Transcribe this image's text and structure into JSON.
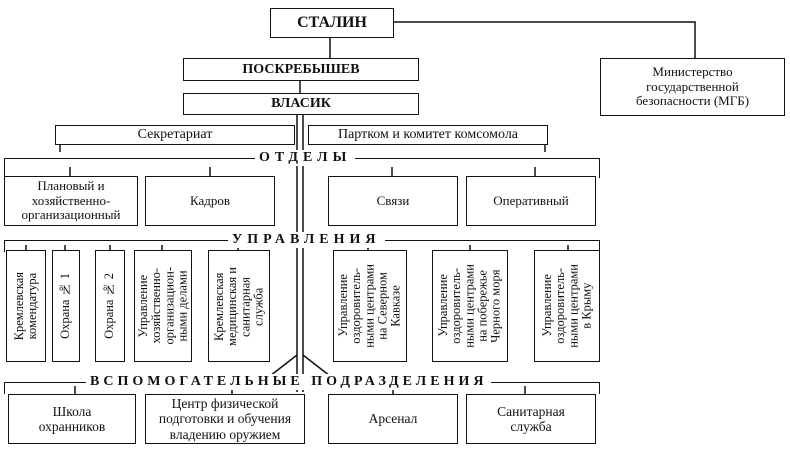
{
  "diagram": {
    "top": "СТАЛИН",
    "level2": "ПОСКРЕБЫШЕВ",
    "ministry": "Министерство государственной безопасности (МГБ)",
    "level3": "ВЛАСИК",
    "secretariat": "Секретариат",
    "partkom": "Партком и комитет комсомола",
    "departments": {
      "title": "ОТДЕЛЫ",
      "items": [
        "Плановый и хозяйственно-организационный",
        "Кадров",
        "Связи",
        "Оперативный"
      ]
    },
    "directorates": {
      "title": "УПРАВЛЕНИЯ",
      "items": [
        "Кремлевская\nкомендатура",
        "Охрана № 1",
        "Охрана № 2",
        "Управление\nхозяйственно-\nорганизацион-\nными делами",
        "Кремлевская\nмедицинская и\nсанитарная\nслужба",
        "Управление\nоздоровитель-\nными центрами\nна Северном\nКавказе",
        "Управление\nоздоровитель-\nными центрами\nна побережье\nЧерного моря",
        "Управление\nоздоровитель-\nными центрами\nв Крыму"
      ]
    },
    "auxiliary": {
      "title": "ВСПОМОГАТЕЛЬНЫЕ ПОДРАЗДЕЛЕНИЯ",
      "items": [
        "Школа охранников",
        "Центр физической подготовки и обучения владению оружием",
        "Арсенал",
        "Санитарная служба"
      ]
    }
  }
}
